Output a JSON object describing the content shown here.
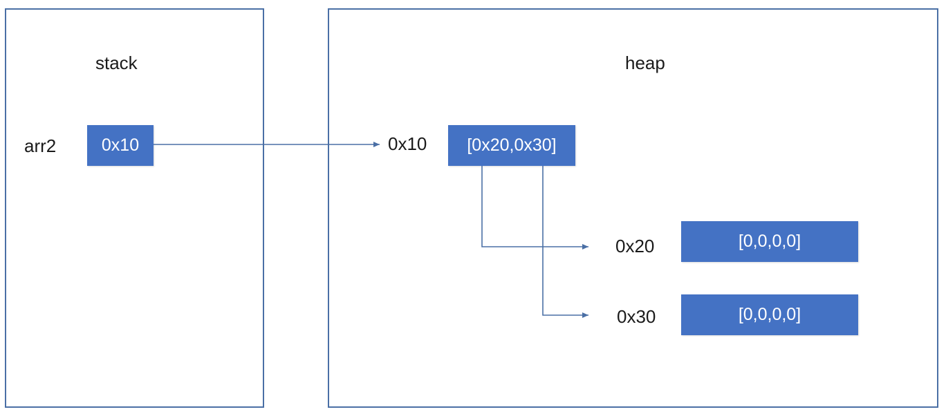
{
  "stack": {
    "title": "stack",
    "variable_name": "arr2",
    "variable_value": "0x10"
  },
  "heap": {
    "title": "heap",
    "blocks": [
      {
        "address": "0x10",
        "value": "[0x20,0x30]"
      },
      {
        "address": "0x20",
        "value": "[0,0,0,0]"
      },
      {
        "address": "0x30",
        "value": "[0,0,0,0]"
      }
    ]
  },
  "colors": {
    "panel_border": "#4a6fa5",
    "cell_fill": "#4472c4",
    "cell_text": "#ffffff",
    "arrow": "#4a6fa5"
  }
}
